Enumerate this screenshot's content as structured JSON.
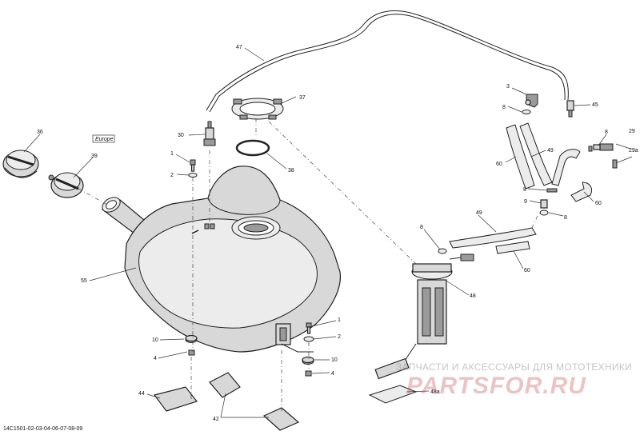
{
  "diagram": {
    "callouts": [
      {
        "id": "47",
        "label": "47"
      },
      {
        "id": "37",
        "label": "37"
      },
      {
        "id": "3",
        "label": "3"
      },
      {
        "id": "8a",
        "label": "8"
      },
      {
        "id": "45",
        "label": "45"
      },
      {
        "id": "36",
        "label": "36"
      },
      {
        "id": "39",
        "label": "39"
      },
      {
        "id": "30",
        "label": "30"
      },
      {
        "id": "38",
        "label": "38"
      },
      {
        "id": "1a",
        "label": "1"
      },
      {
        "id": "2a",
        "label": "2"
      },
      {
        "id": "49a",
        "label": "49"
      },
      {
        "id": "60a",
        "label": "60"
      },
      {
        "id": "8b",
        "label": "8"
      },
      {
        "id": "29",
        "label": "29"
      },
      {
        "id": "29a",
        "label": "29a"
      },
      {
        "id": "8c",
        "label": "8"
      },
      {
        "id": "60b",
        "label": "60"
      },
      {
        "id": "9",
        "label": "9"
      },
      {
        "id": "8d",
        "label": "8"
      },
      {
        "id": "49b",
        "label": "49"
      },
      {
        "id": "8e",
        "label": "8"
      },
      {
        "id": "55",
        "label": "55"
      },
      {
        "id": "60c",
        "label": "60"
      },
      {
        "id": "48",
        "label": "48"
      },
      {
        "id": "1b",
        "label": "1"
      },
      {
        "id": "2b",
        "label": "2"
      },
      {
        "id": "10a",
        "label": "10"
      },
      {
        "id": "10b",
        "label": "10"
      },
      {
        "id": "4a",
        "label": "4"
      },
      {
        "id": "4b",
        "label": "4"
      },
      {
        "id": "44",
        "label": "44"
      },
      {
        "id": "42",
        "label": "42"
      },
      {
        "id": "48a",
        "label": "48a"
      }
    ],
    "region_tag": "Europe",
    "doc_code": "14C1501-02-03-04-06-07-08-09"
  },
  "watermark": {
    "text": "ЗАПЧАСТИ И АКСЕССУАРЫ ДЛЯ МОТОТЕХНИКИ",
    "logo": "PARTSFOR.RU"
  }
}
